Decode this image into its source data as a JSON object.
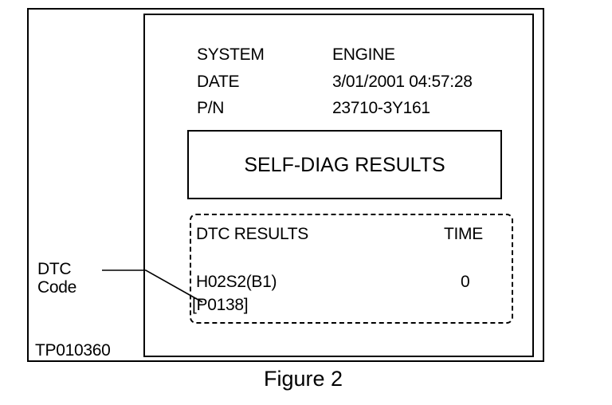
{
  "header": {
    "system_label": "SYSTEM",
    "system_value": "ENGINE",
    "date_label": "DATE",
    "date_value": "3/01/2001 04:57:28",
    "pn_label": "P/N",
    "pn_value": "23710-3Y161"
  },
  "results_box": {
    "title": "SELF-DIAG RESULTS"
  },
  "dtc_panel": {
    "col_results": "DTC RESULTS",
    "col_time": "TIME",
    "rows": [
      {
        "name": "H02S2(B1)",
        "code": "[P0138]",
        "time": "0"
      }
    ]
  },
  "callout": {
    "line1": "DTC",
    "line2": "Code"
  },
  "figure_id": "TP010360",
  "caption": "Figure 2"
}
